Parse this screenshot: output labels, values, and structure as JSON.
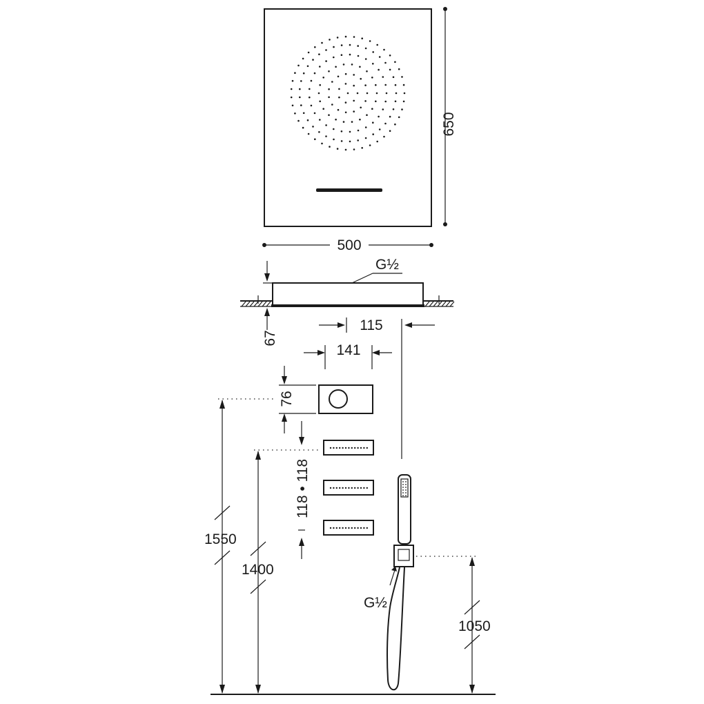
{
  "dimensions": {
    "width": "500",
    "height": "650",
    "inlet_top": "G 1/2",
    "inlet_top_display": "G½",
    "recess_depth": "67",
    "offset_115": "115",
    "offset_141": "141",
    "control_height": "76",
    "spacing": "118 • 118",
    "spacing_2": "118",
    "height_1550": "1550",
    "height_1400": "1400",
    "height_1050": "1050",
    "inlet_hand": "G 1/2",
    "inlet_hand_display": "G½"
  },
  "components": {
    "overhead_shower": "overhead-shower",
    "thermostatic_control": "control-box",
    "body_jets_count": 3,
    "hand_shower": "hand-shower"
  }
}
